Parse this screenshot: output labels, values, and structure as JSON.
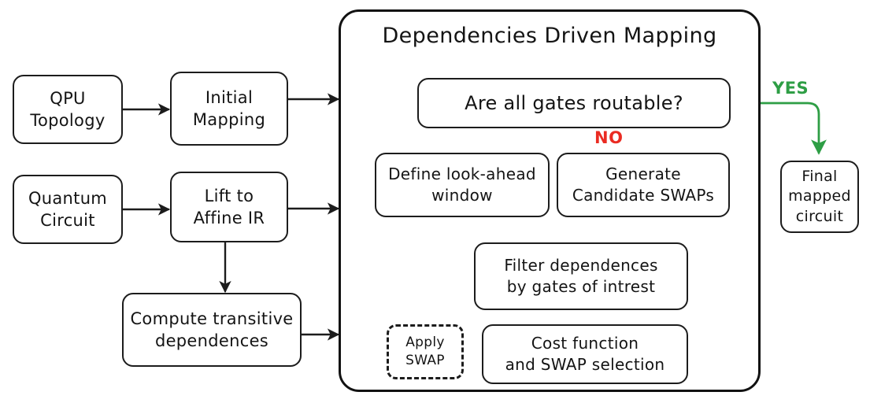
{
  "diagram": {
    "title_group": "Dependencies Driven Mapping",
    "colors": {
      "stroke": "#1c1c1c",
      "yes_green": "#2e9e45",
      "no_red": "#ea2b22",
      "background": "#ffffff"
    },
    "nodes": {
      "qpu_topology": "QPU\nTopology",
      "initial_mapping": "Initial\nMapping",
      "quantum_circuit": "Quantum\nCircuit",
      "lift_affine": "Lift to\nAffine IR",
      "compute_transitive": "Compute transitive\ndependences",
      "decision_routable": "Are all gates routable?",
      "define_lookahead": "Define look-ahead\nwindow",
      "generate_candidate": "Generate\nCandidate SWAPs",
      "filter_dependences": "Filter dependences\nby gates of intrest",
      "apply_swap": "Apply\nSWAP",
      "cost_function": "Cost function\nand SWAP selection",
      "final_mapped": "Final\nmapped\ncircuit"
    },
    "edge_labels": {
      "yes": "YES",
      "no": "NO"
    }
  }
}
